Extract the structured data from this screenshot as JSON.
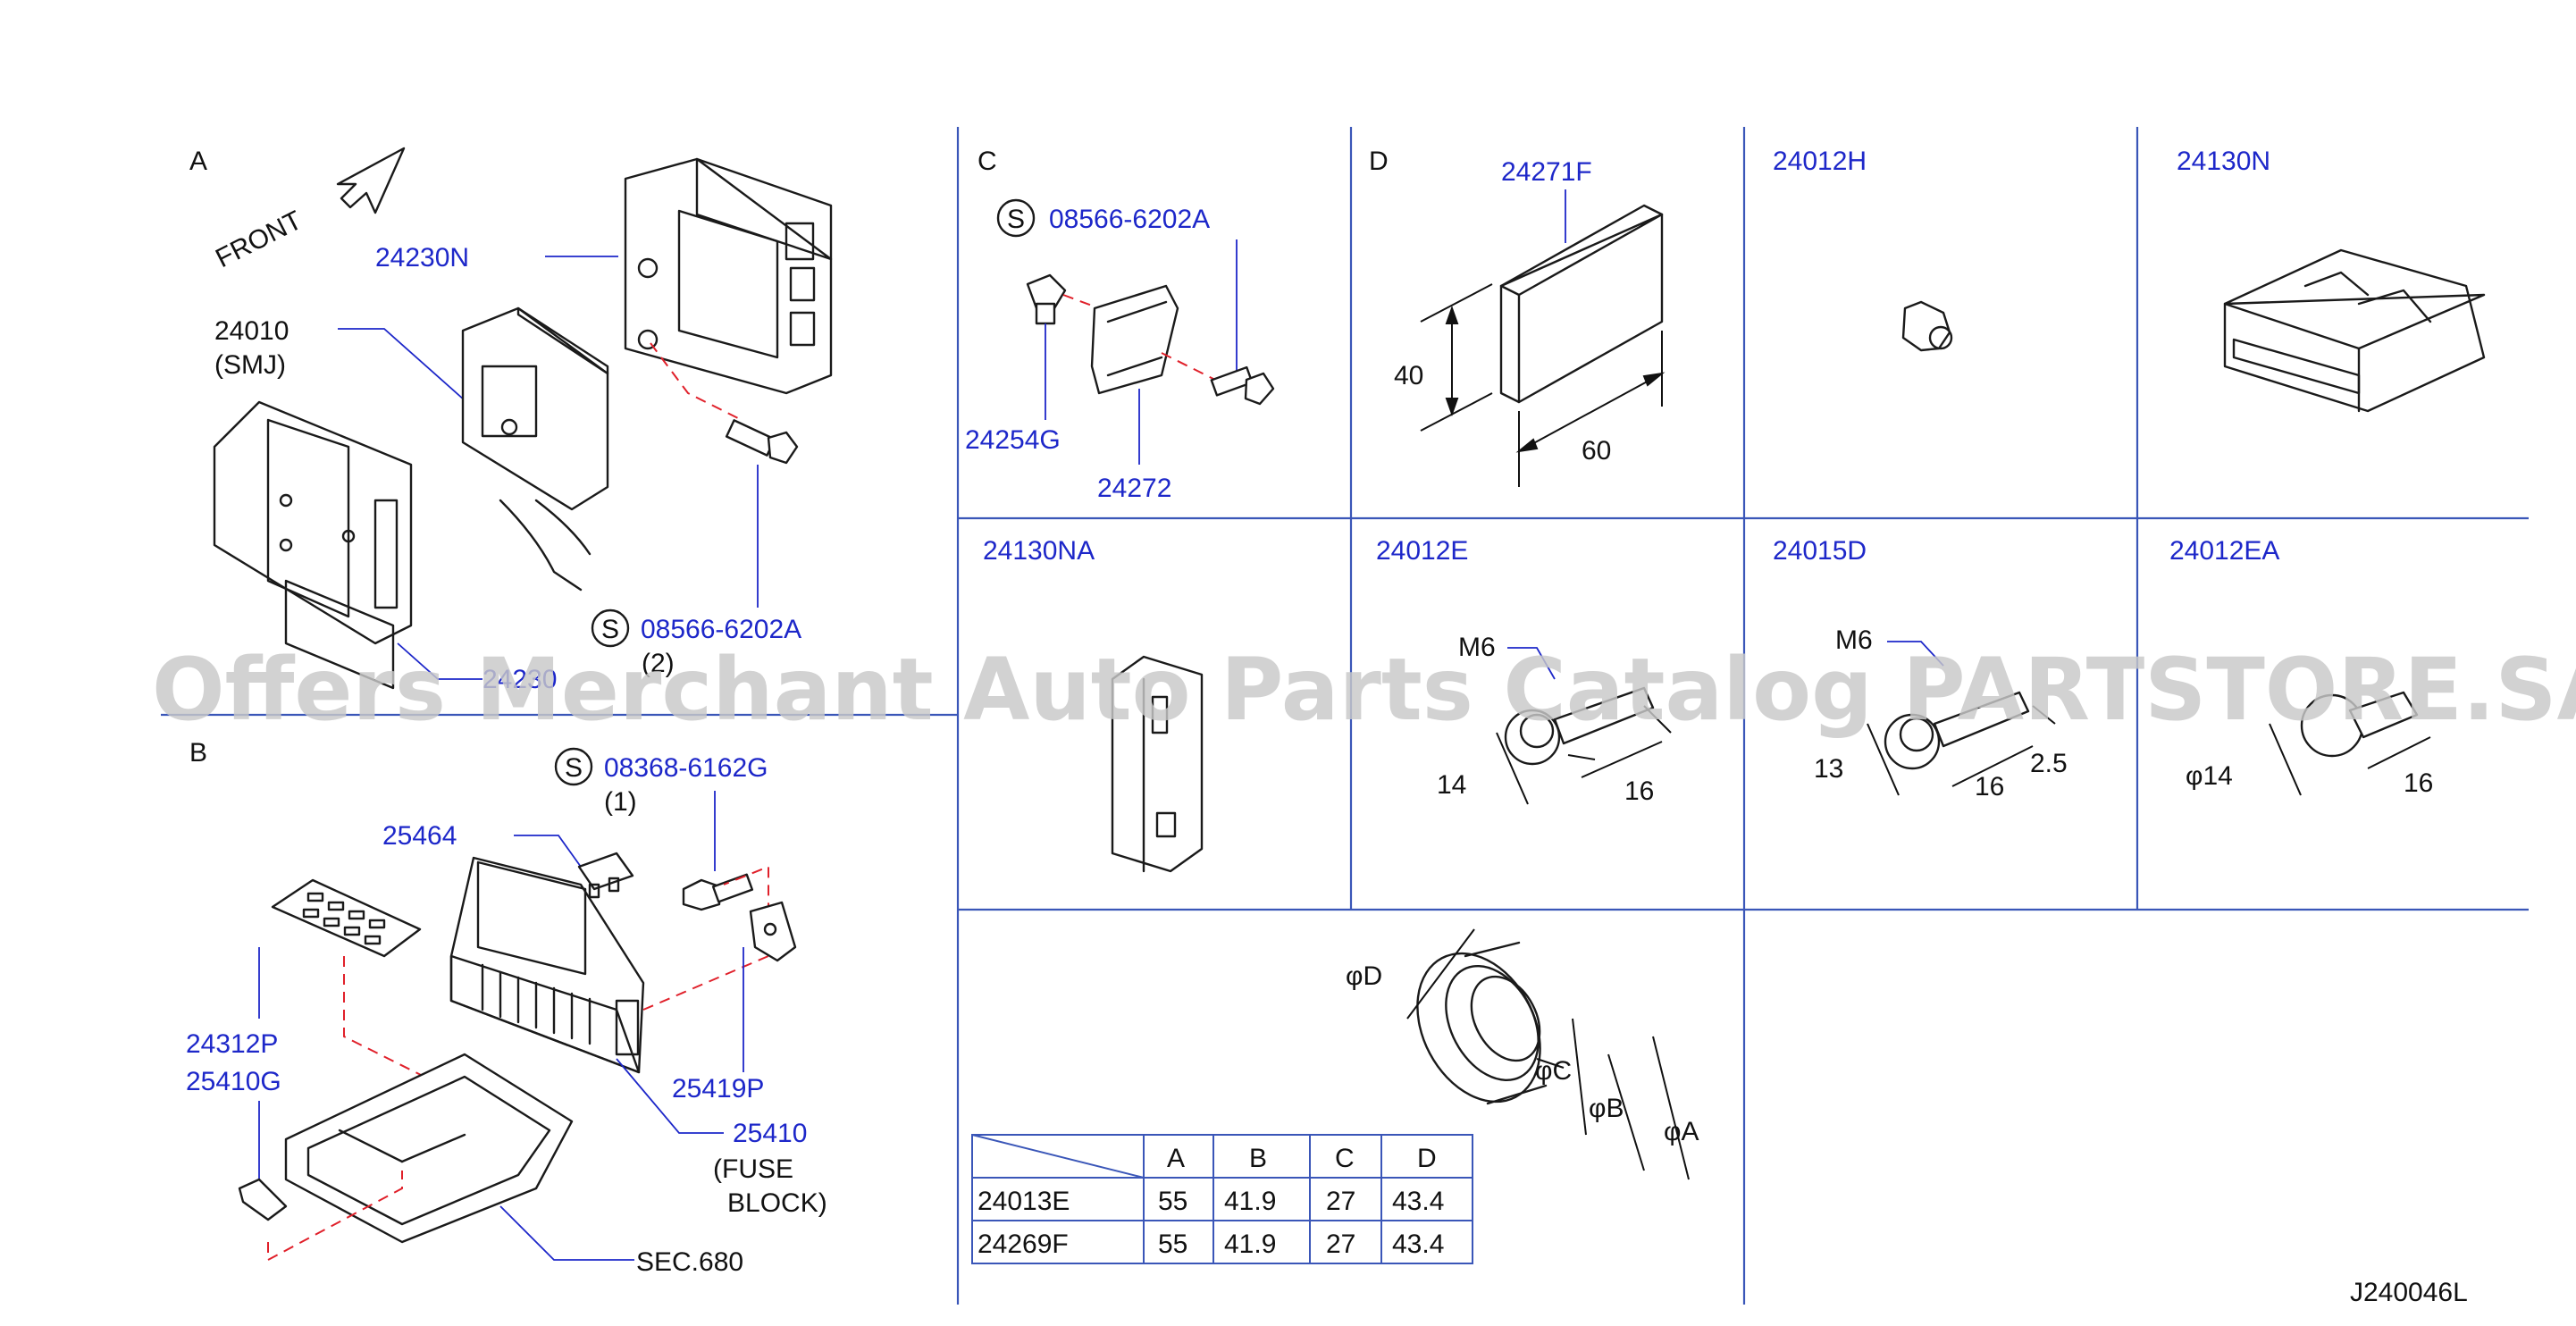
{
  "watermark": "Offers Merchant Auto Parts Catalog PARTSTORE.SA",
  "diagram_code": "J240046L",
  "sections": {
    "a": {
      "letter": "A",
      "front": "FRONT",
      "p_24230n": "24230N",
      "p_24010": "24010",
      "p_smj": "(SMJ)",
      "s_symbol": "S",
      "p_08566": "08566-6202A",
      "qty": "(2)",
      "p_partial": "24230"
    },
    "b": {
      "letter": "B",
      "s_symbol": "S",
      "p_08368": "08368-6162G",
      "qty": "(1)",
      "p_25464": "25464",
      "p_24312p": "24312P",
      "p_25410g": "25410G",
      "p_25419p": "25419P",
      "p_25410": "25410",
      "fuse1": "(FUSE",
      "fuse2": "BLOCK)",
      "sec": "SEC.680"
    },
    "c": {
      "letter": "C",
      "s_symbol": "S",
      "p_08566": "08566-6202A",
      "p_24254g": "24254G",
      "p_24272": "24272"
    },
    "d": {
      "letter": "D",
      "p_24271f": "24271F",
      "dim_h": "40",
      "dim_w": "60"
    },
    "h": {
      "p": "24012H"
    },
    "n": {
      "p": "24130N"
    },
    "na": {
      "p": "24130NA"
    },
    "e": {
      "p": "24012E",
      "thread": "M6",
      "d1": "14",
      "d2": "16"
    },
    "d15": {
      "p": "24015D",
      "thread": "M6",
      "d1": "13",
      "d2": "16",
      "d3": "2.5"
    },
    "ea": {
      "p": "24012EA",
      "d1": "φ14",
      "d2": "16"
    },
    "grommet": {
      "phiD": "φD",
      "phiC": "φC",
      "phiB": "φB",
      "phiA": "φA"
    }
  },
  "table": {
    "headers": [
      "",
      "A",
      "B",
      "C",
      "D"
    ],
    "rows": [
      [
        "24013E",
        "55",
        "41.9",
        "27",
        "43.4"
      ],
      [
        "24269F",
        "55",
        "41.9",
        "27",
        "43.4"
      ]
    ]
  }
}
